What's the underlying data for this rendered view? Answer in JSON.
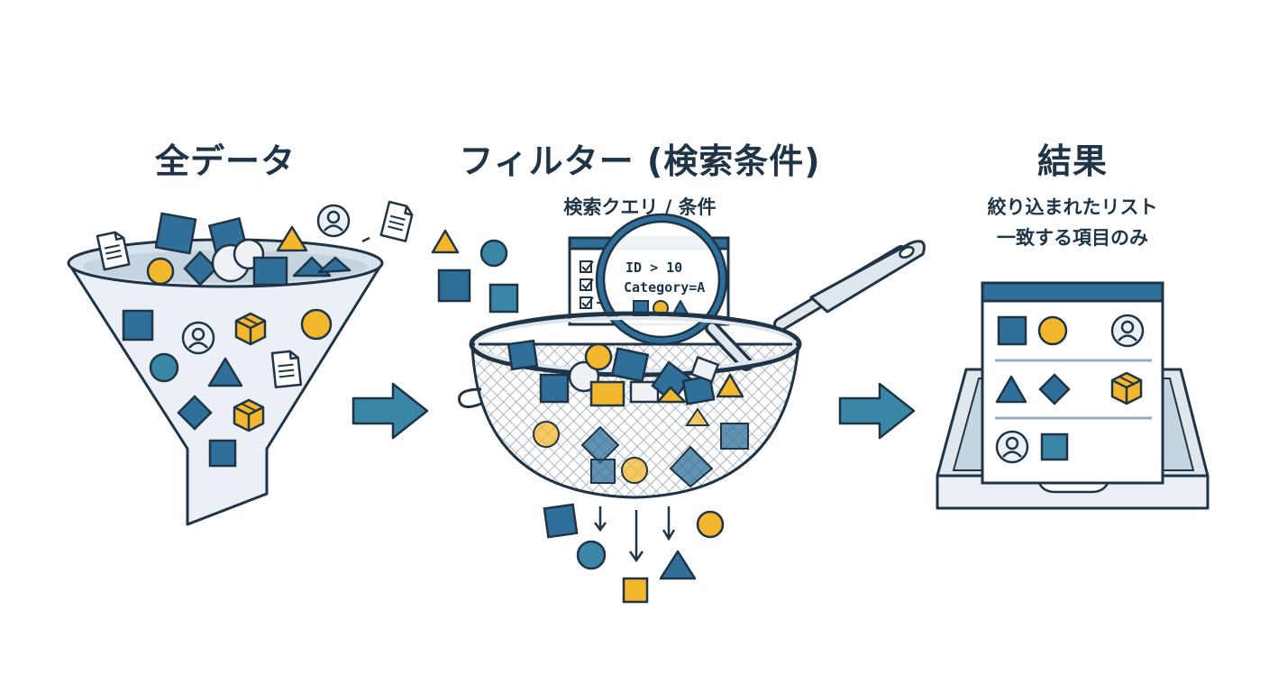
{
  "stages": [
    {
      "title": "全データ"
    },
    {
      "title": "フィルター (検索条件)",
      "subtitle": "検索クエリ / 条件"
    },
    {
      "title": "結果",
      "subtitle_lines": [
        "絞り込まれたリスト",
        "一致する項目のみ"
      ]
    }
  ],
  "query_card": {
    "line1": "ID > 10",
    "line2": "Category=A"
  },
  "colors": {
    "navy": "#1f3446",
    "blue": "#2f6f99",
    "teal": "#3a86a6",
    "yellow": "#f3b72e",
    "light": "#eaf0f5",
    "mesh": "#8a9aa8"
  },
  "icons": [
    "funnel-icon",
    "strainer-icon",
    "magnifier-icon",
    "tray-icon",
    "arrow-right-icon",
    "document-icon",
    "user-icon",
    "box-icon"
  ]
}
